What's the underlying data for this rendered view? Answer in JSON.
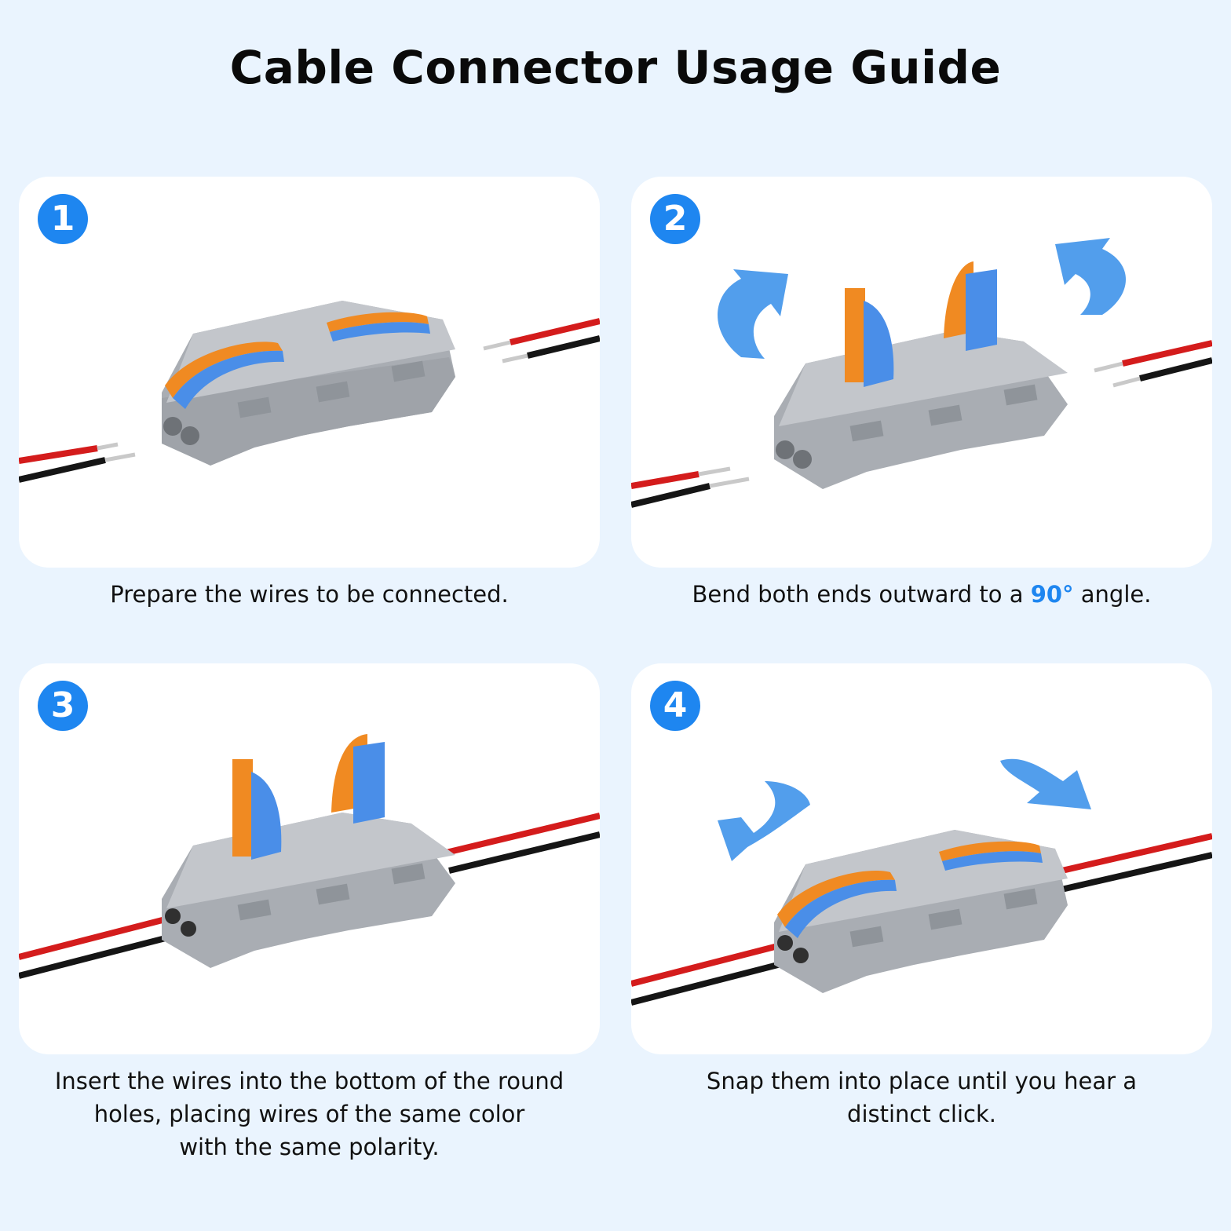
{
  "title": "Cable Connector Usage Guide",
  "accent_color": "#1e86f0",
  "steps": [
    {
      "number": "1",
      "caption": "Prepare the wires to be connected.",
      "image": "connector-levers-closed-wires-separate"
    },
    {
      "number": "2",
      "caption_before": "Bend both ends outward to a ",
      "caption_highlight": "90°",
      "caption_after": " angle.",
      "image": "connector-levers-open-rotate-arrows"
    },
    {
      "number": "3",
      "caption_lines": [
        "Insert the wires into the bottom of the round",
        "holes, placing wires of the same color",
        "with the same polarity."
      ],
      "image": "connector-levers-open-wires-inserted"
    },
    {
      "number": "4",
      "caption_lines": [
        "Snap them into place until you hear a",
        "distinct click."
      ],
      "image": "connector-levers-closed-wires-inserted"
    }
  ]
}
